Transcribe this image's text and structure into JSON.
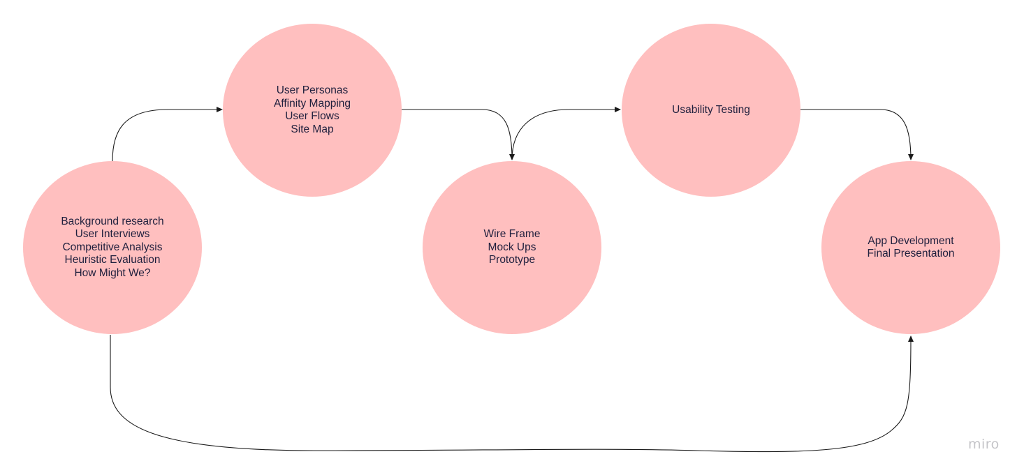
{
  "colors": {
    "node_fill": "#ffbfbf",
    "connector": "#1a1a1a",
    "text": "#1f1f3d",
    "watermark": "#c4c4c8"
  },
  "nodes": [
    {
      "id": "research",
      "lines": [
        "Background research",
        "User Interviews",
        "Competitive Analysis",
        "Heuristic Evaluation",
        "How Might We?"
      ]
    },
    {
      "id": "define",
      "lines": [
        "User Personas",
        "Affinity Mapping",
        "User Flows",
        "Site Map"
      ]
    },
    {
      "id": "prototype",
      "lines": [
        "Wire Frame",
        "Mock Ups",
        "Prototype"
      ]
    },
    {
      "id": "testing",
      "lines": [
        "Usability Testing"
      ]
    },
    {
      "id": "deliver",
      "lines": [
        "App Development",
        "Final Presentation"
      ]
    }
  ],
  "connectors": [
    {
      "from": "research",
      "to": "define"
    },
    {
      "from": "define",
      "to": "prototype"
    },
    {
      "from": "prototype",
      "to": "testing"
    },
    {
      "from": "testing",
      "to": "deliver"
    },
    {
      "from": "research",
      "to": "deliver"
    }
  ],
  "watermark": {
    "text": "miro"
  }
}
